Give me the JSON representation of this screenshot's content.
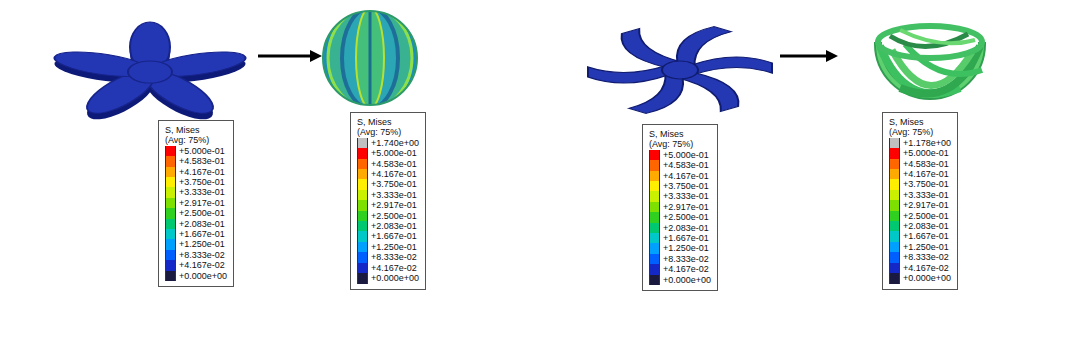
{
  "diagram": {
    "labels": [
      "S, Mises",
      "(Avg: 75%)",
      "S, Mises",
      "(Avg: 75%)",
      "S, Mises",
      "(Avg: 75%)",
      "S, Mises",
      "(Avg: 75%)"
    ],
    "legend": [
      {
        "text": "+5.000e-01",
        "color": "#ff0000"
      },
      {
        "text": "+4.583e-01",
        "color": "#ff6600"
      },
      {
        "text": "+4.167e-01",
        "color": "#ffaa00"
      },
      {
        "text": "+3.750e-01",
        "color": "#ffee00"
      },
      {
        "text": "+3.333e-01",
        "color": "#c8f000"
      },
      {
        "text": "+2.917e-01",
        "color": "#7ee000"
      },
      {
        "text": "+2.500e-01",
        "color": "#30d020"
      },
      {
        "text": "+2.083e-01",
        "color": "#00c870"
      },
      {
        "text": "+1.667e-01",
        "color": "#00c8c8"
      },
      {
        "text": "+1.250e-01",
        "color": "#00a0ff"
      },
      {
        "text": "+8.333e-02",
        "color": "#0060ff"
      },
      {
        "text": "+4.167e-02",
        "color": "#1428c8"
      },
      {
        "text": "+0.000e+00",
        "color": "#1a1a40"
      },
      {
        "text": "+1.740e+00",
        "color": "#c0c0c0"
      },
      {
        "text": "+5.000e-01",
        "color": "#ff0000"
      },
      {
        "text": "+4.583e-01",
        "color": "#ff6600"
      },
      {
        "text": "+4.167e-01",
        "color": "#ffaa00"
      },
      {
        "text": "+3.750e-01",
        "color": "#ffee00"
      },
      {
        "text": "+3.333e-01",
        "color": "#c8f000"
      },
      {
        "text": "+2.917e-01",
        "color": "#7ee000"
      },
      {
        "text": "+2.500e-01",
        "color": "#30d020"
      },
      {
        "text": "+2.083e-01",
        "color": "#00c870"
      },
      {
        "text": "+1.667e-01",
        "color": "#00c8c8"
      },
      {
        "text": "+1.250e-01",
        "color": "#00a0ff"
      },
      {
        "text": "+8.333e-02",
        "color": "#0060ff"
      },
      {
        "text": "+4.167e-02",
        "color": "#1428c8"
      },
      {
        "text": "+0.000e+00",
        "color": "#1a1a40"
      },
      {
        "text": "+5.000e-01",
        "color": "#ff0000"
      },
      {
        "text": "+4.583e-01",
        "color": "#ff6600"
      },
      {
        "text": "+4.167e-01",
        "color": "#ffaa00"
      },
      {
        "text": "+3.750e-01",
        "color": "#ffee00"
      },
      {
        "text": "+3.333e-01",
        "color": "#c8f000"
      },
      {
        "text": "+2.917e-01",
        "color": "#7ee000"
      },
      {
        "text": "+2.500e-01",
        "color": "#30d020"
      },
      {
        "text": "+2.083e-01",
        "color": "#00c870"
      },
      {
        "text": "+1.667e-01",
        "color": "#00c8c8"
      },
      {
        "text": "+1.250e-01",
        "color": "#00a0ff"
      },
      {
        "text": "+8.333e-02",
        "color": "#0060ff"
      },
      {
        "text": "+4.167e-02",
        "color": "#1428c8"
      },
      {
        "text": "+0.000e+00",
        "color": "#1a1a40"
      },
      {
        "text": "+1.178e+00",
        "color": "#c0c0c0"
      },
      {
        "text": "+5.000e-01",
        "color": "#ff0000"
      },
      {
        "text": "+4.583e-01",
        "color": "#ff6600"
      },
      {
        "text": "+4.167e-01",
        "color": "#ffaa00"
      },
      {
        "text": "+3.750e-01",
        "color": "#ffee00"
      },
      {
        "text": "+3.333e-01",
        "color": "#c8f000"
      },
      {
        "text": "+2.917e-01",
        "color": "#7ee000"
      },
      {
        "text": "+2.500e-01",
        "color": "#30d020"
      },
      {
        "text": "+2.083e-01",
        "color": "#00c870"
      },
      {
        "text": "+1.667e-01",
        "color": "#00c8c8"
      },
      {
        "text": "+1.250e-01",
        "color": "#00a0ff"
      },
      {
        "text": "+8.333e-02",
        "color": "#0060ff"
      },
      {
        "text": "+4.167e-02",
        "color": "#1428c8"
      },
      {
        "text": "+0.000e+00",
        "color": "#1a1a40"
      }
    ]
  }
}
